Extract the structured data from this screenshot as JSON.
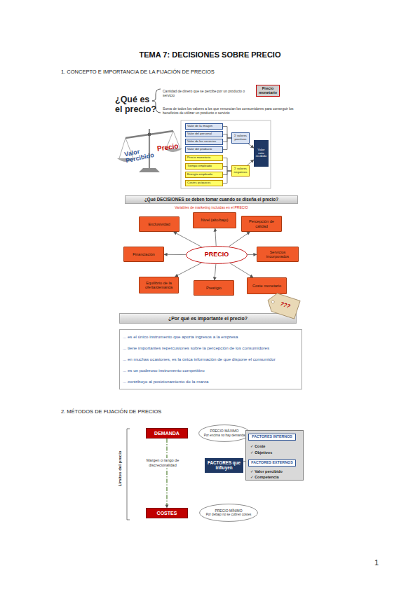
{
  "diagram": {
    "title": "TEMA 7: DECISIONES SOBRE PRECIO",
    "nodes": [
      {
        "text": [
          "Precio monetario"
        ]
      },
      {
        "text": [
          "Valor de la imagen"
        ]
      },
      {
        "text": [
          "Valor del personal"
        ]
      },
      {
        "text": [
          "Valor de los servicios"
        ]
      },
      {
        "text": [
          "Valor del producto"
        ]
      },
      {
        "text": [
          "Precio monetario"
        ]
      },
      {
        "text": [
          "Tiempo empleado"
        ]
      },
      {
        "text": [
          "Energía empleada"
        ]
      },
      {
        "text": [
          "Costes psíquicos"
        ]
      },
      {
        "text": [
          "Σ valores positivos"
        ]
      },
      {
        "text": [
          "Σ valores negativos"
        ]
      },
      {
        "text": [
          "Valor neto recibido"
        ]
      },
      {
        "text": [
          "¿Qué DECISIONES se deben tomar cuando se diseña el precio?"
        ]
      },
      {
        "text": [
          "Exclusividad"
        ]
      },
      {
        "text": [
          "Nivel (alto/bajo)"
        ]
      },
      {
        "text": [
          "Percepción de calidad"
        ]
      },
      {
        "text": [
          "Financiación"
        ]
      },
      {
        "text": [
          "PRECIO"
        ]
      },
      {
        "text": [
          "Servicios incorporados"
        ]
      },
      {
        "text": [
          "Equilibrio de la oferta/demanda"
        ]
      },
      {
        "text": [
          "Prestigio"
        ]
      },
      {
        "text": [
          "Coste monetario"
        ]
      },
      {
        "text": [
          "¿Por qué es importante el precio?"
        ]
      },
      {
        "text": [
          "???"
        ]
      },
      {
        "text": [
          "... es el único instrumento que aporta ingresos a la empresa",
          "... tiene importantes repercusiones sobre la percepción de los consumidores",
          "... en muchas ocasiones, es la única información de que dispone el consumidor",
          "... es un poderoso instrumento competitivo",
          "... contribuye al posicionamiento de la marca"
        ]
      },
      {
        "text": [
          "DEMANDA"
        ]
      },
      {
        "text": [
          "PRECIO MÁXIMO",
          "Por encima no hay demanda"
        ]
      },
      {
        "text": [
          "✓ Coste",
          "✓ Objetivos",
          "✓ Valor percibido",
          "✓ Competencia"
        ]
      },
      {
        "text": [
          "FACTORES INTERNOS"
        ],
        "in": 27
      },
      {
        "text": [
          "FACTORES EXTERNOS"
        ],
        "in": 27
      },
      {
        "text": [
          "FACTORES que influyen"
        ]
      },
      {
        "text": [
          "COSTES"
        ]
      },
      {
        "text": [
          "PRECIO MÍNIMO",
          "Por debajo no se cubren costes"
        ]
      }
    ],
    "edges": [
      {
        "from": 1,
        "to": 9,
        "arrow": "none"
      },
      {
        "from": 2,
        "to": 9,
        "arrow": "none"
      },
      {
        "from": 3,
        "to": 9,
        "arrow": "none"
      },
      {
        "from": 4,
        "to": 9,
        "arrow": "none"
      },
      {
        "from": 5,
        "to": 10,
        "arrow": "none"
      },
      {
        "from": 6,
        "to": 10,
        "arrow": "none"
      },
      {
        "from": 7,
        "to": 10,
        "arrow": "none"
      },
      {
        "from": 8,
        "to": 10,
        "arrow": "none"
      },
      {
        "from": 9,
        "to": 11,
        "arrow": "to"
      },
      {
        "from": 10,
        "to": 11,
        "arrow": "to"
      },
      {
        "from": 17,
        "to": 13,
        "arrow": "to"
      },
      {
        "from": 17,
        "to": 14,
        "arrow": "to"
      },
      {
        "from": 17,
        "to": 15,
        "arrow": "to"
      },
      {
        "from": 17,
        "to": 16,
        "arrow": "to"
      },
      {
        "from": 17,
        "to": 18,
        "arrow": "to"
      },
      {
        "from": 17,
        "to": 19,
        "arrow": "to"
      },
      {
        "from": 17,
        "to": 20,
        "arrow": "to"
      },
      {
        "from": 17,
        "to": 21,
        "arrow": "to"
      },
      {
        "from": 25,
        "to": 31,
        "arrow": "to"
      },
      {
        "from": 30,
        "to": 27,
        "arrow": "none"
      }
    ],
    "labels": [
      "1. CONCEPTO E IMPORTANCIA DE LA FIJACIÓN DE PRECIOS",
      "¿Qué es el precio?",
      "Cantidad de dinero que se percibe por un producto o servicio",
      "Suma de todos los valores a los que renuncian los consumidores para conseguir los beneficios de utilizar un producto o servicio",
      "Valor Percibido",
      "Precio",
      "Variables de marketing incluidas en el PRECIO",
      "2. MÉTODOS DE FIJACIÓN DE PRECIOS",
      "Límites del precio",
      "Margen o rango de discrecionalidad",
      "1"
    ]
  }
}
